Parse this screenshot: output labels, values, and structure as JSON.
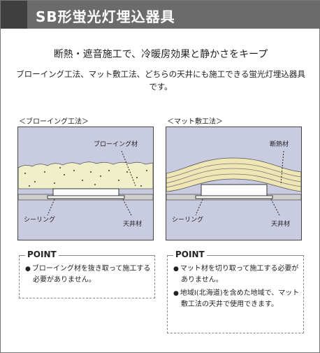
{
  "header": {
    "title": "SB形蛍光灯埋込器具"
  },
  "intro": {
    "headline": "断熱・遮音施工で、冷暖房効果と静かさをキープ",
    "subtext": "ブローイング工法、マット敷工法、どちらの天井にも施工できる蛍光灯埋込器具です。"
  },
  "diagrams": {
    "blowing": {
      "method_label": "＜ブローイング工法＞",
      "insulation_label": "ブローイング材",
      "sealing_label": "シーリング",
      "ceiling_label": "天井材"
    },
    "mat": {
      "method_label": "＜マット敷工法＞",
      "insulation_label": "断熱材",
      "sealing_label": "シーリング",
      "ceiling_label": "天井材"
    }
  },
  "points": {
    "left": {
      "title": "POINT",
      "items": [
        "ブローイング材を抜き取って施工する必要がありません。"
      ]
    },
    "right": {
      "title": "POINT",
      "items": [
        "マット材を切り取って施工する必要がありません。",
        "地域Ⅰ(北海道)を含めた地域で、マット敷工法の天井で使用できます。"
      ]
    }
  },
  "colors": {
    "header_bg": "#6b6b6b",
    "header_accent": "#3f3f3f",
    "panel_bg": "#c9cbe0",
    "blowing_fill": "#f1efc9",
    "mat_fill": "#efe6b6",
    "ceiling_fill": "#cfcfcf"
  }
}
